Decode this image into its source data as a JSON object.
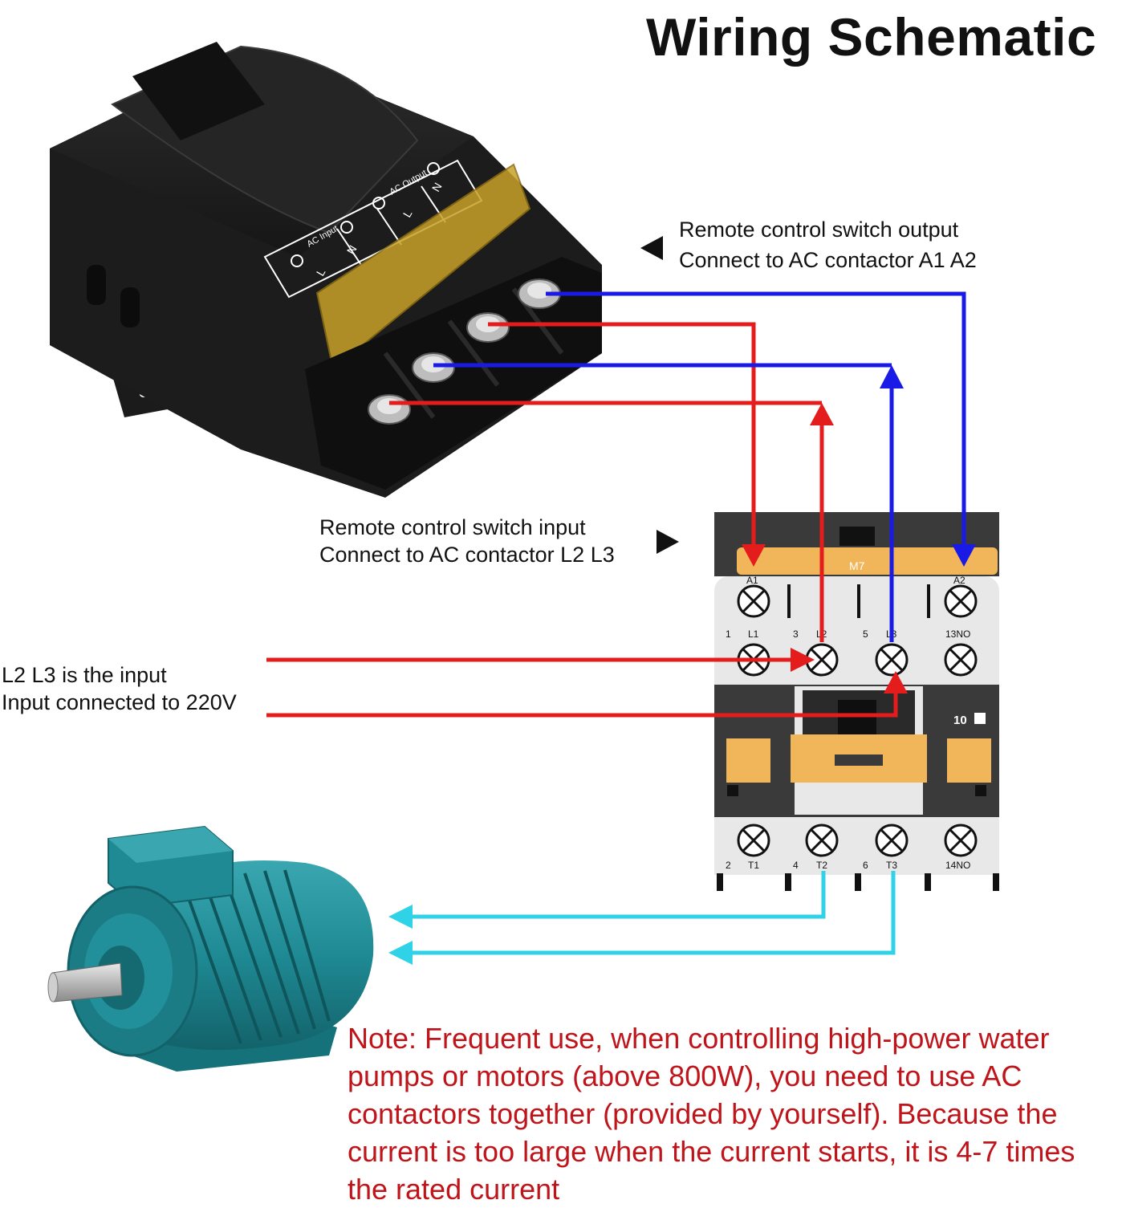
{
  "title": "Wiring Schematic",
  "output_caption": {
    "line1": "Remote control switch output",
    "line2": "Connect to AC contactor A1 A2"
  },
  "input_caption": {
    "line1": "Remote control switch input",
    "line2": "Connect to AC contactor L2 L3"
  },
  "supply_caption": {
    "line1": "L2 L3 is the input",
    "line2": "Input connected to 220V"
  },
  "note": "Note: Frequent use, when controlling high-power water pumps or motors (above 800W), you need to use AC contactors together (provided by yourself). Because the current is too large when the current starts, it is 4-7 times the rated current",
  "switch_box": {
    "input_label": "AC Input",
    "output_label": "AC Output",
    "term_l": "L",
    "term_n": "N"
  },
  "contactor": {
    "model": "M7",
    "coil_a1": "A1",
    "coil_a2": "A2",
    "top_row": [
      "1",
      "L1",
      "3",
      "L2",
      "5",
      "L3",
      "13NO"
    ],
    "bottom_row": [
      "2",
      "T1",
      "4",
      "T2",
      "6",
      "T3",
      "14NO"
    ],
    "aux_badge": "10"
  },
  "colors": {
    "live_wire": "#e51c1c",
    "neutral_wire": "#1a1ae6",
    "motor_wire": "#2fd2e6",
    "note_text": "#c0141b",
    "contactor_orange": "#f2b65a",
    "motor_teal": "#1f8a94"
  }
}
